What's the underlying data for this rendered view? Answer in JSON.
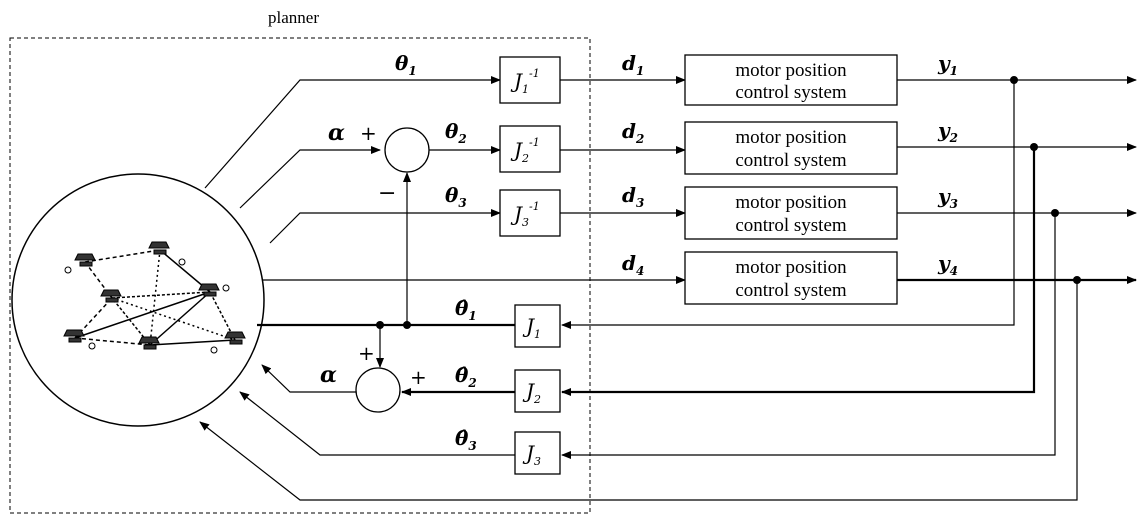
{
  "planner": {
    "label": "planner"
  },
  "forward_channels": [
    {
      "theta": "θ",
      "theta_sub": "1",
      "jinv": "J",
      "jinv_sub": "1",
      "jinv_sup": "-1",
      "d": "d",
      "d_sub": "1",
      "motor_line1": "motor position",
      "motor_line2": "control system",
      "y": "y",
      "y_sub": "1"
    },
    {
      "theta": "θ",
      "theta_sub": "2",
      "jinv": "J",
      "jinv_sub": "2",
      "jinv_sup": "-1",
      "d": "d",
      "d_sub": "2",
      "motor_line1": "motor position",
      "motor_line2": "control system",
      "y": "y",
      "y_sub": "2"
    },
    {
      "theta": "θ",
      "theta_sub": "3",
      "jinv": "J",
      "jinv_sub": "3",
      "jinv_sup": "-1",
      "d": "d",
      "d_sub": "3",
      "motor_line1": "motor position",
      "motor_line2": "control system",
      "y": "y",
      "y_sub": "3"
    },
    {
      "d": "d",
      "d_sub": "4",
      "motor_line1": "motor position",
      "motor_line2": "control system",
      "y": "y",
      "y_sub": "4"
    }
  ],
  "feedback_channels": [
    {
      "theta_hat": "θ̂",
      "sub": "1",
      "j": "J",
      "j_sub": "1"
    },
    {
      "theta_hat": "θ̂",
      "sub": "2",
      "j": "J",
      "j_sub": "2"
    },
    {
      "theta_hat": "θ̂",
      "sub": "3",
      "j": "J",
      "j_sub": "3"
    }
  ],
  "summing_top": {
    "alpha": "α",
    "plus": "+",
    "minus": "−"
  },
  "summing_bottom": {
    "alpha": "α",
    "plus_top": "+",
    "plus_right": "+"
  }
}
